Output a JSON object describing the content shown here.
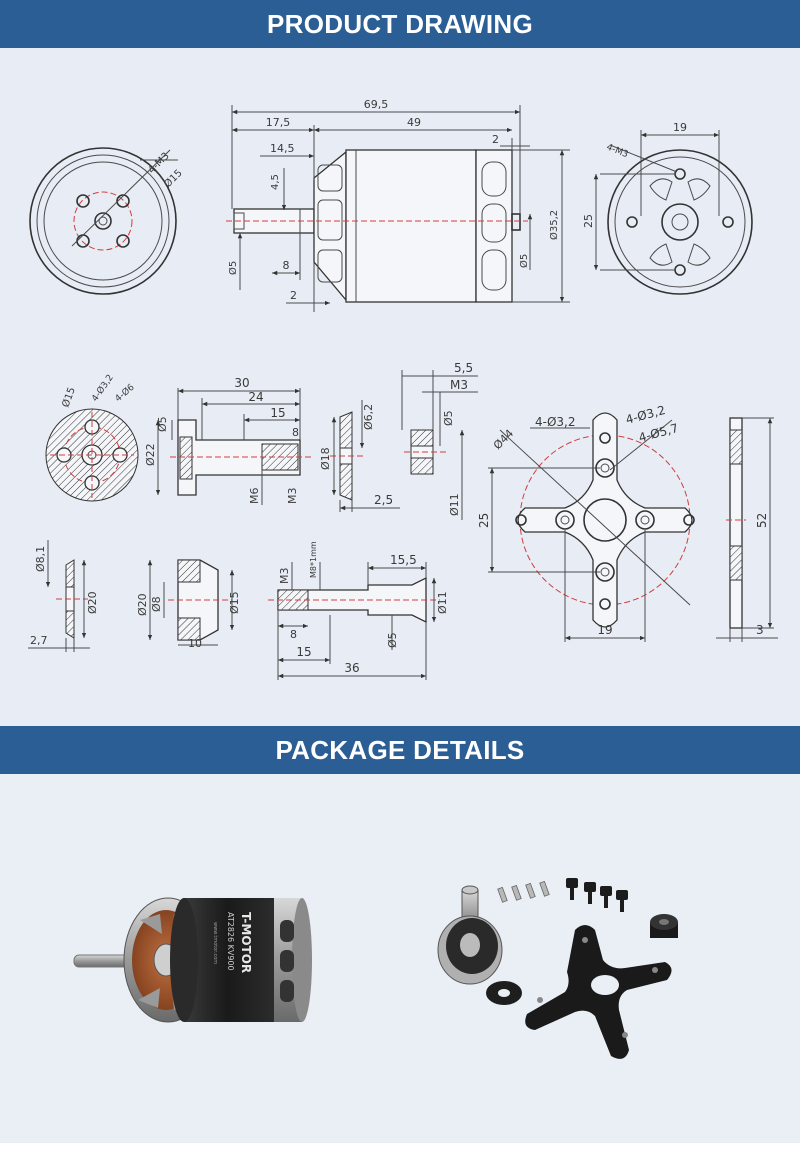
{
  "headers": {
    "drawing": "PRODUCT DRAWING",
    "package": "PACKAGE DETAILS"
  },
  "drawing": {
    "front_view": {
      "holes": "4-M3",
      "pcd": "Ø15"
    },
    "side_view": {
      "overall": "69,5",
      "shaft_len": "17,5",
      "body_len": "49",
      "gap": "2",
      "d14_5": "14,5",
      "d4_5": "4,5",
      "d8": "8",
      "d2b": "2",
      "shaft_d": "Ø5",
      "body_d": "Ø35,2",
      "shaft_d2": "Ø5"
    },
    "rear_view": {
      "holes": "4-M3",
      "w19": "19",
      "h25": "25"
    },
    "adapter_front": {
      "pcd": "Ø15",
      "holes1": "4-Ø3,2",
      "holes2": "4-Ø6"
    },
    "adapter_side": {
      "l30": "30",
      "l24": "24",
      "l15": "15",
      "l8": "8",
      "d5": "Ø5",
      "d22": "Ø22",
      "m6": "M6",
      "m3": "M3"
    },
    "washer": {
      "d6_2": "Ø6,2",
      "d18": "Ø18",
      "t2_5": "2,5"
    },
    "collar": {
      "w5_5": "5,5",
      "m3": "M3",
      "d5": "Ø5",
      "d11": "Ø11"
    },
    "mount": {
      "holes_a": "4-Ø3,2",
      "holes_b": "4-Ø3,2",
      "holes_c": "4-Ø5,7",
      "d44": "Ø44",
      "h25": "25",
      "w19": "19"
    },
    "mount_side": {
      "h52": "52",
      "t3": "3"
    },
    "spacer": {
      "d8_1": "Ø8,1",
      "d20": "Ø20",
      "t2_7": "2,7"
    },
    "cone": {
      "d20": "Ø20",
      "d8": "Ø8",
      "d15": "Ø15",
      "l10": "10"
    },
    "shaft": {
      "m3": "M3",
      "m8": "M8*1mm",
      "l15_5": "15,5",
      "d11": "Ø11",
      "l8": "8",
      "d5": "Ø5",
      "l15": "15",
      "l36": "36"
    }
  },
  "package": {
    "motor_label": "T-MOTOR",
    "motor_model": "AT2826 KV900",
    "motor_sub": "www.tmotor.com"
  }
}
